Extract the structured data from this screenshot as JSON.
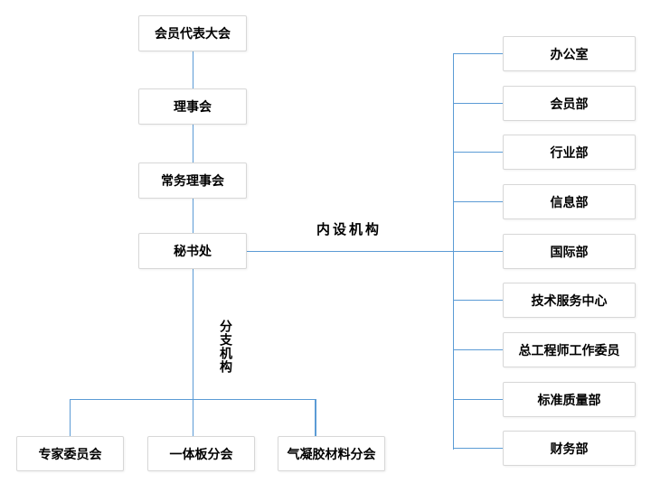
{
  "diagram": {
    "type": "org-chart",
    "colors": {
      "line": "#5B9BD5",
      "box_border": "#D7D7D7",
      "box_bg": "#FFFFFF",
      "text": "#000000"
    },
    "labels": {
      "internal_organs": "内设机构",
      "branch_organs": "分支机构"
    },
    "chain": [
      "会员代表大会",
      "理事会",
      "常务理事会",
      "秘书处"
    ],
    "internal_departments": [
      "办公室",
      "会员部",
      "行业部",
      "信息部",
      "国际部",
      "技术服务中心",
      "总工程师工作委员",
      "标准质量部",
      "财务部"
    ],
    "branches": [
      "专家委员会",
      "一体板分会",
      "气凝胶材料分会"
    ]
  }
}
